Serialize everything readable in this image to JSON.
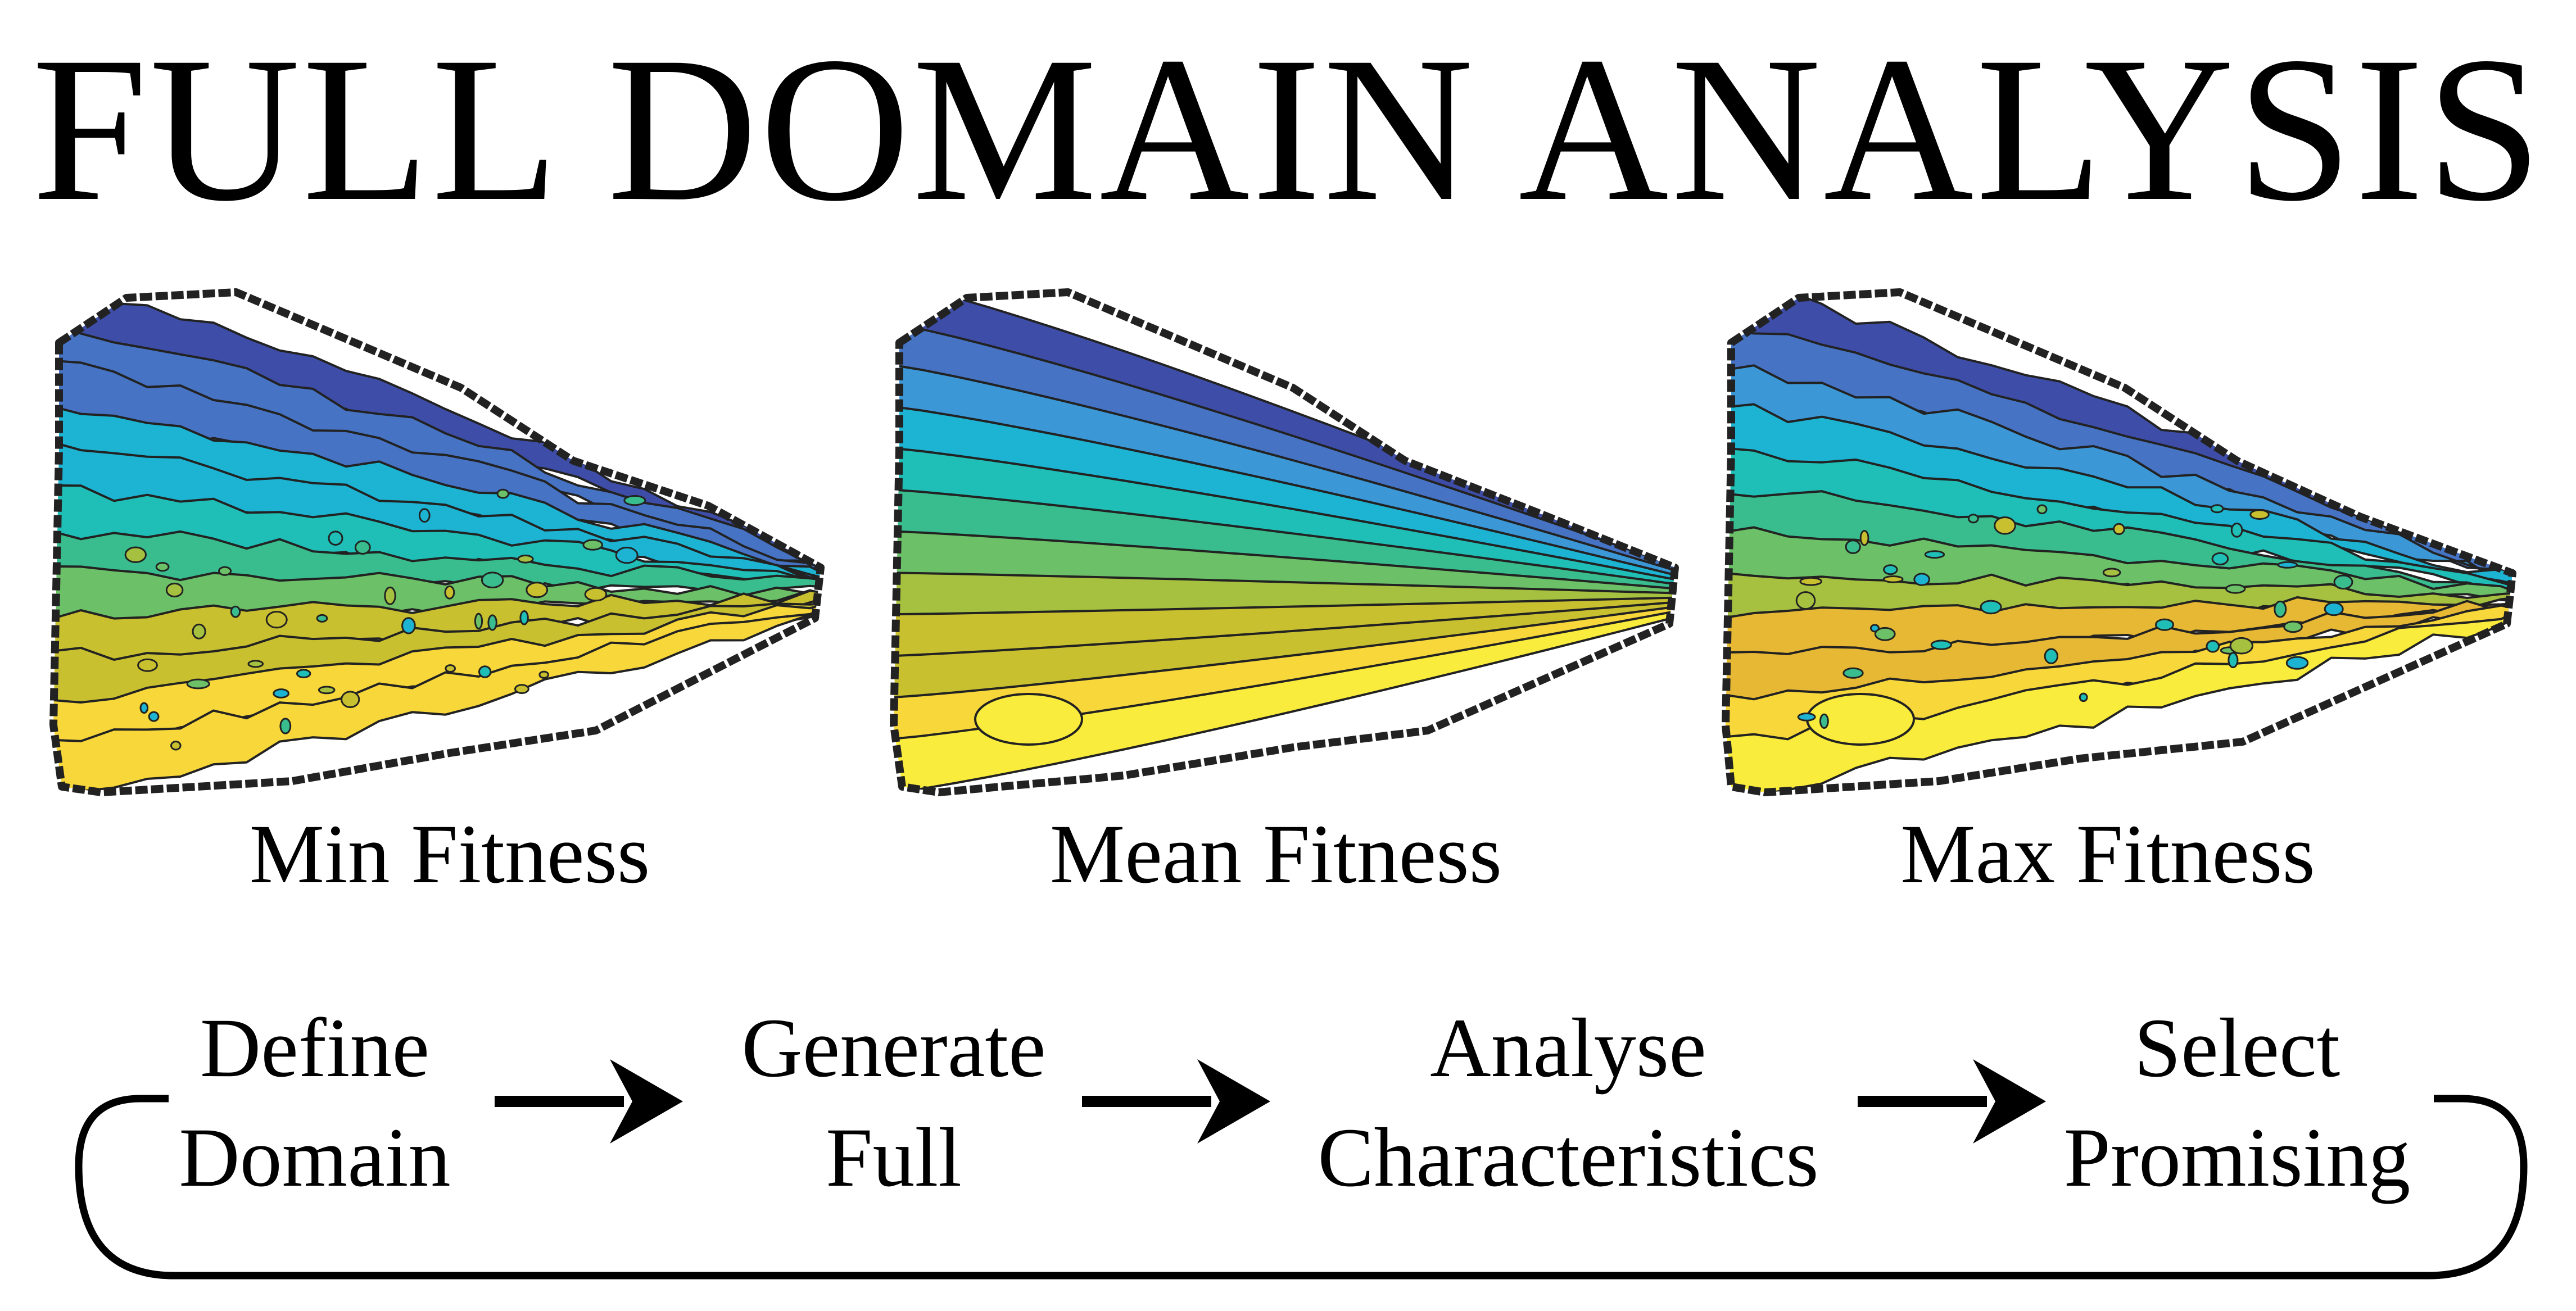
{
  "title": "FULL DOMAIN ANALYSIS",
  "panels": [
    {
      "label": "Min Fitness",
      "variant": "min"
    },
    {
      "label": "Mean Fitness",
      "variant": "mean"
    },
    {
      "label": "Max Fitness",
      "variant": "max"
    }
  ],
  "steps": [
    {
      "line1": "Define",
      "line2": "Domain"
    },
    {
      "line1": "Generate",
      "line2": "Full"
    },
    {
      "line1": "Analyse",
      "line2": "Characteristics"
    },
    {
      "line1": "Select",
      "line2": "Promising"
    }
  ],
  "colors": {
    "palette": [
      "#3e4ea8",
      "#4673c4",
      "#3b97d6",
      "#1cb4d2",
      "#1fbfb8",
      "#39bd8f",
      "#6cc168",
      "#a6c13f",
      "#c9c02f",
      "#e7b834",
      "#f7d73a",
      "#f9ec3c"
    ],
    "outline": "#222222",
    "arrow": "#000000"
  }
}
